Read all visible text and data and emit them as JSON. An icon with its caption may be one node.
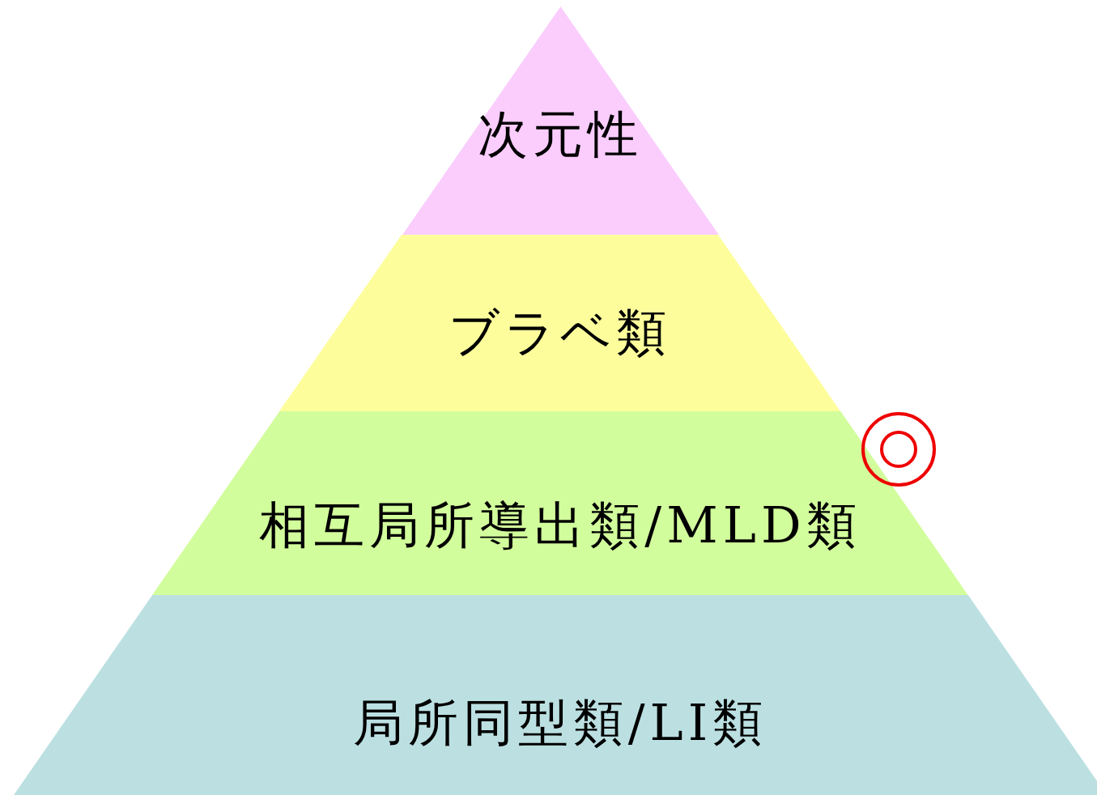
{
  "diagram": {
    "nodes": [
      {
        "text": [
          "次元性"
        ]
      },
      {
        "text": [
          "ブラベ類"
        ]
      },
      {
        "text": [
          "相互局所導出類/MLD類"
        ]
      },
      {
        "text": [
          "局所同型類/LI類"
        ]
      }
    ]
  }
}
